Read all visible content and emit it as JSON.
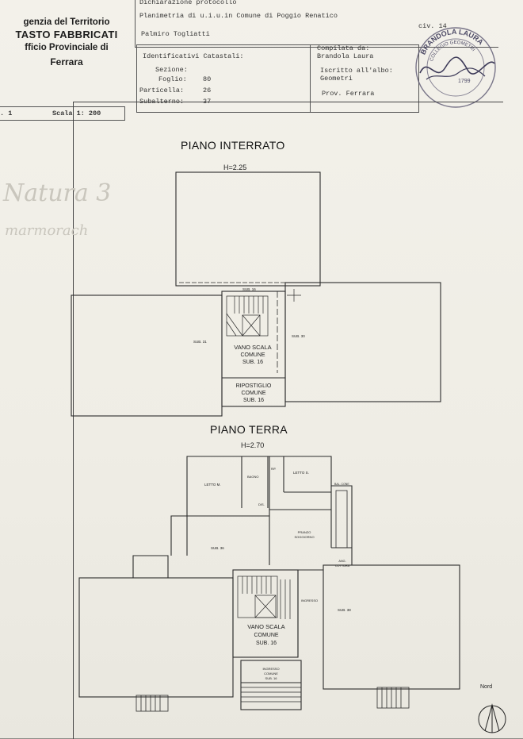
{
  "header": {
    "agency_line1": "genzia del Territorio",
    "agency_line2": "TASTO FABBRICATI",
    "agency_line3": "fficio Provinciale di",
    "agency_line4": "Ferrara",
    "top_line": "Dichiarazione protocollo",
    "description": "Planimetria di u.i.u.in Comune di Poggio Renatico",
    "street": "Palmiro Togliatti",
    "civ": "civ. 14",
    "ident_title": "Identificativi Catastali:",
    "sezione_label": "Sezione:",
    "foglio_label": "Foglio:",
    "foglio_value": "80",
    "particella_label": "Particella:",
    "particella_value": "26",
    "subalterno_label": "Subalterno:",
    "subalterno_value": "37",
    "compilata_label": "Compilata da:",
    "compilata_name": "Brandola Laura",
    "iscritto_label": "Iscritto all'albo:",
    "iscritto_value": "Geometri",
    "prov": "Prov. Ferrara",
    "sheet_no": ". 1",
    "scale": "Scala 1: 200"
  },
  "stamp": {
    "ring_text": "BRANDOLA LAURA",
    "ring_text2": "COLLEGIO GEOMETRI",
    "number": "1799"
  },
  "plans": {
    "basement": {
      "title": "PIANO INTERRATO",
      "height": "H=2.25",
      "sub_top": "SUB. 16",
      "sub_left": "SUB. 31",
      "sub_right": "SUB. 30",
      "stair_label1": "VANO SCALA",
      "stair_label2": "COMUNE",
      "stair_label3": "SUB. 16",
      "storage_label1": "RIPOSTIGLIO",
      "storage_label2": "COMUNE",
      "storage_label3": "SUB. 16"
    },
    "ground": {
      "title": "PIANO TERRA",
      "height": "H=2.70",
      "letto_m": "LETTO M.",
      "bagno": "BAGNO",
      "rip": "RIP.",
      "letto_s": "LETTO S.",
      "dis": "DIS.",
      "balcone": "BAL. CONE",
      "pranzo1": "PRANZO",
      "pranzo2": "SOGGIORNO",
      "ang1": "ANG.",
      "ang2": "COTTURA",
      "sub_left": "SUB. 36",
      "ingresso": "INGRESSO",
      "sub_right": "SUB. 38",
      "stair_label1": "VANO SCALA",
      "stair_label2": "COMUNE",
      "stair_label3": "SUB. 16",
      "entry1": "INGRESSO",
      "entry2": "COMUNE",
      "entry3": "SUB. 16"
    }
  },
  "north_label": "Nord",
  "handwriting": {
    "line1": "Natura 3",
    "line2": "marmorach"
  }
}
